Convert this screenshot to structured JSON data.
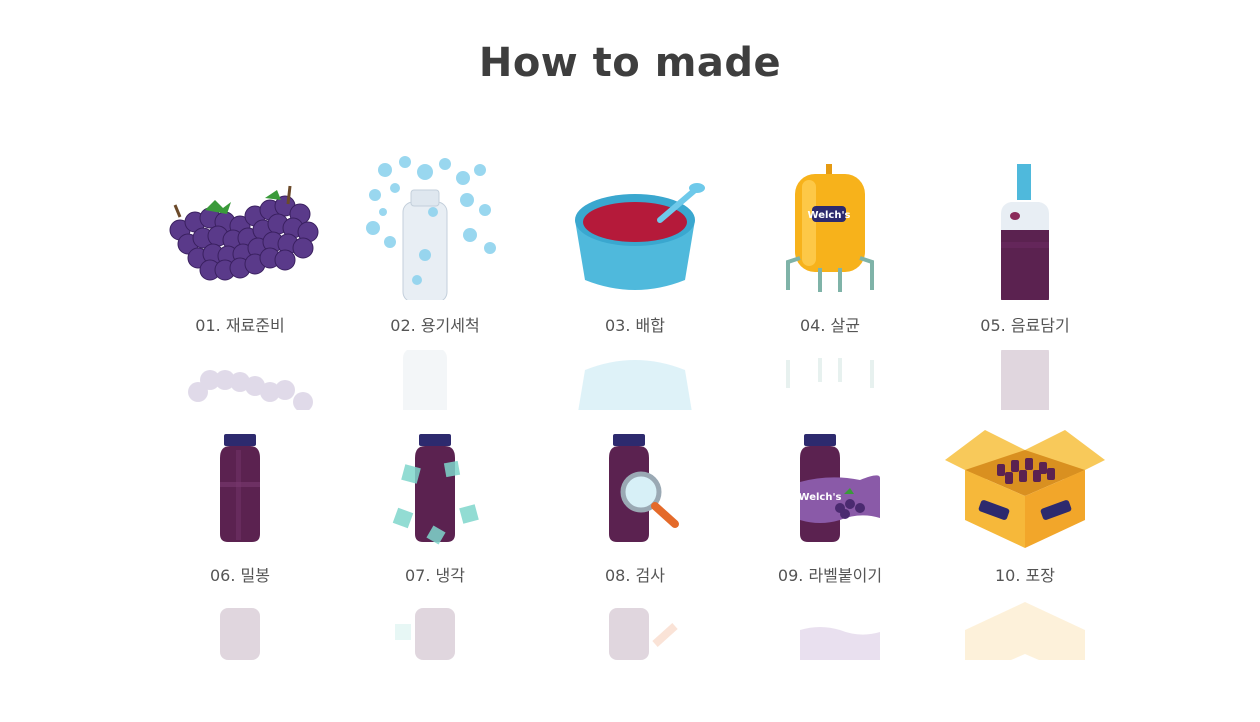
{
  "title": "How to made",
  "steps": [
    {
      "label": "01. 재료준비",
      "icon": "grapes-icon"
    },
    {
      "label": "02. 용기세척",
      "icon": "bottle-wash-icon"
    },
    {
      "label": "03. 배합",
      "icon": "mixing-bowl-icon"
    },
    {
      "label": "04. 살균",
      "icon": "sterilize-tank-icon"
    },
    {
      "label": "05. 음료담기",
      "icon": "filling-bottle-icon"
    },
    {
      "label": "06. 밀봉",
      "icon": "sealed-bottle-icon"
    },
    {
      "label": "07. 냉각",
      "icon": "cooling-bottle-icon"
    },
    {
      "label": "08. 검사",
      "icon": "inspection-icon"
    },
    {
      "label": "09. 라벨붙이기",
      "icon": "labeling-icon"
    },
    {
      "label": "10. 포장",
      "icon": "packaging-box-icon"
    }
  ],
  "brand": {
    "name": "Welch's"
  },
  "colors": {
    "grape": "#5a3a8a",
    "juice": "#5b2250",
    "cap": "#2d2a6e",
    "bowl": "#4fb9dc",
    "tank": "#f7b21b",
    "box": "#f6b83a"
  }
}
